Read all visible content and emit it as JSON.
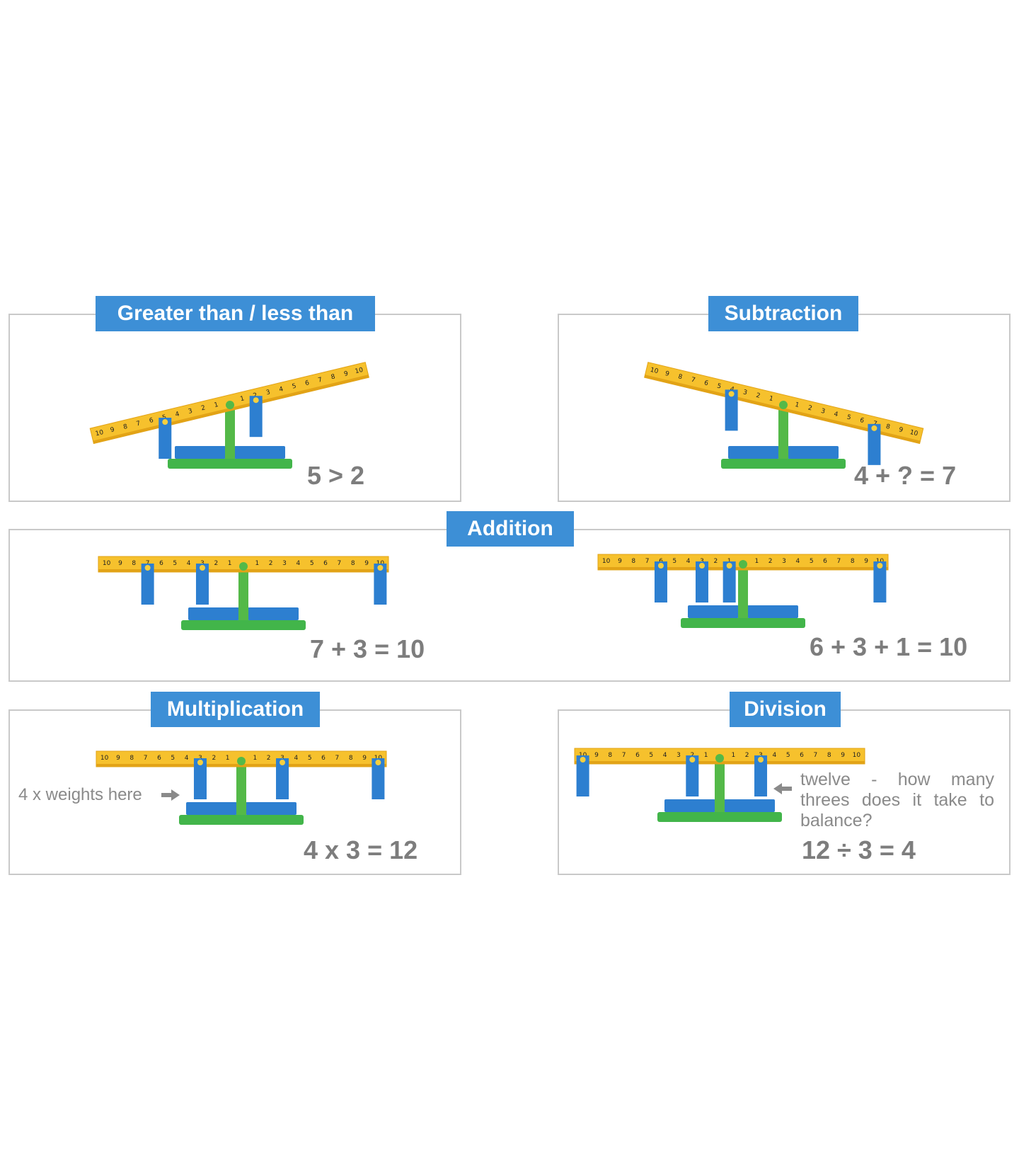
{
  "colors": {
    "label_bg": "#3d8fd6",
    "label_text": "#ffffff",
    "panel_border": "#c9c9c9",
    "equation_text": "#7d7d7d",
    "beam": "#f6c12d",
    "beam_edge": "#e2a316",
    "post": "#54b948",
    "base": "#42b54a",
    "weight": "#2d7fd0",
    "peg": "#f4cf3f"
  },
  "icons": [
    "arrow-right-icon",
    "arrow-left-icon"
  ],
  "sections": {
    "greater_less": {
      "label": "Greater than / less than",
      "equation": "5 > 2"
    },
    "subtraction": {
      "label": "Subtraction",
      "equation": "4 + ? = 7"
    },
    "addition": {
      "label": "Addition",
      "equation_left": "7 + 3 = 10",
      "equation_right": "6 + 3  + 1 = 10"
    },
    "multiplication": {
      "label": "Multiplication",
      "equation": "4  x  3 = 12",
      "note": "4 x weights here"
    },
    "division": {
      "label": "Division",
      "equation": "12 ÷ 3 = 4",
      "note": "twelve - how many threes does it take to balance?"
    }
  }
}
